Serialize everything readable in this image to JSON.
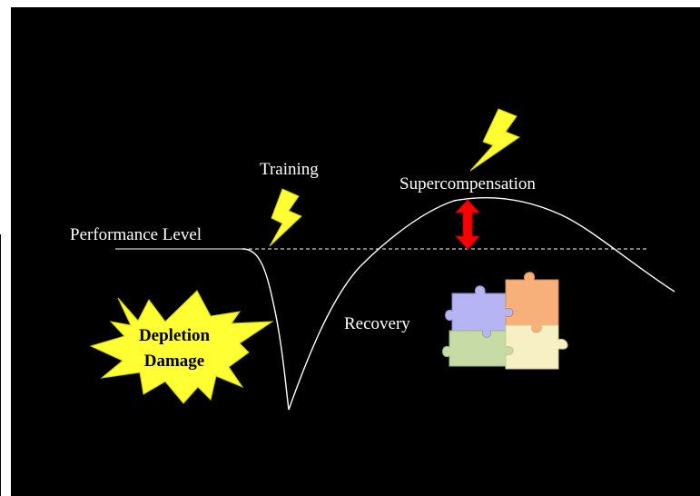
{
  "diagram": {
    "performance_label": "Performance Level",
    "training_label": "Training",
    "supercompensation_label": "Supercompensation",
    "recovery_label": "Recovery",
    "burst_text_line1": "Depletion",
    "burst_text_line2": "Damage"
  },
  "colors": {
    "background": "#000000",
    "curve": "#ffffff",
    "burst_fill": "#ffff33",
    "burst_text": "#000000",
    "arrow": "#ff0000",
    "bolt": "#ffff33",
    "puzzle_purple": "#b7b4f4",
    "puzzle_orange": "#f7b07a",
    "puzzle_green": "#c7dba6",
    "puzzle_cream": "#f7f0c4"
  },
  "icons": [
    "lightning-bolt-icon",
    "double-arrow-icon",
    "puzzle-icon"
  ]
}
